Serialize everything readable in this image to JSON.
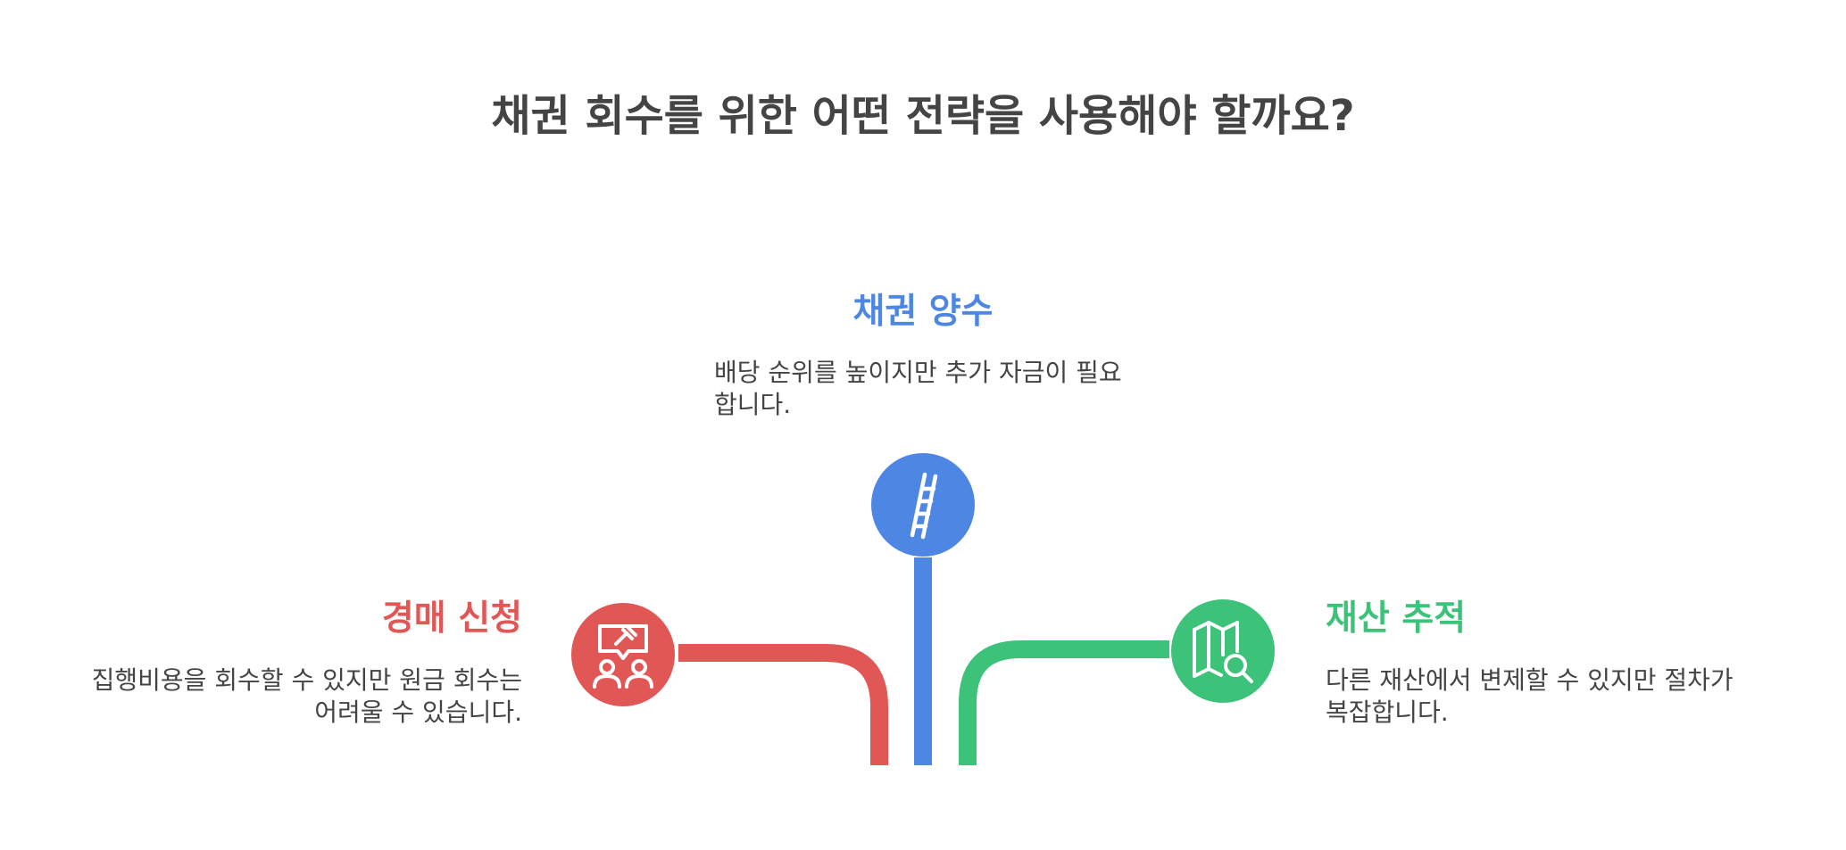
{
  "title": "채권 회수를 위한 어떤 전략을 사용해야 할까요?",
  "options": [
    {
      "key": "center",
      "heading": "채권 양수",
      "description": "배당 순위를 높이지만 추가 자금이 필요합니다.",
      "color": "#4e86e4",
      "icon": "ladder-icon"
    },
    {
      "key": "left",
      "heading": "경매 신청",
      "description": "집행비용을 회수할 수 있지만 원금 회수는 어려울 수 있습니다.",
      "color": "#e15756",
      "icon": "auction-people-icon"
    },
    {
      "key": "right",
      "heading": "재산 추적",
      "description": "다른 재산에서 변제할 수 있지만 절차가 복잡합니다.",
      "color": "#3dc27a",
      "icon": "map-search-icon"
    }
  ]
}
